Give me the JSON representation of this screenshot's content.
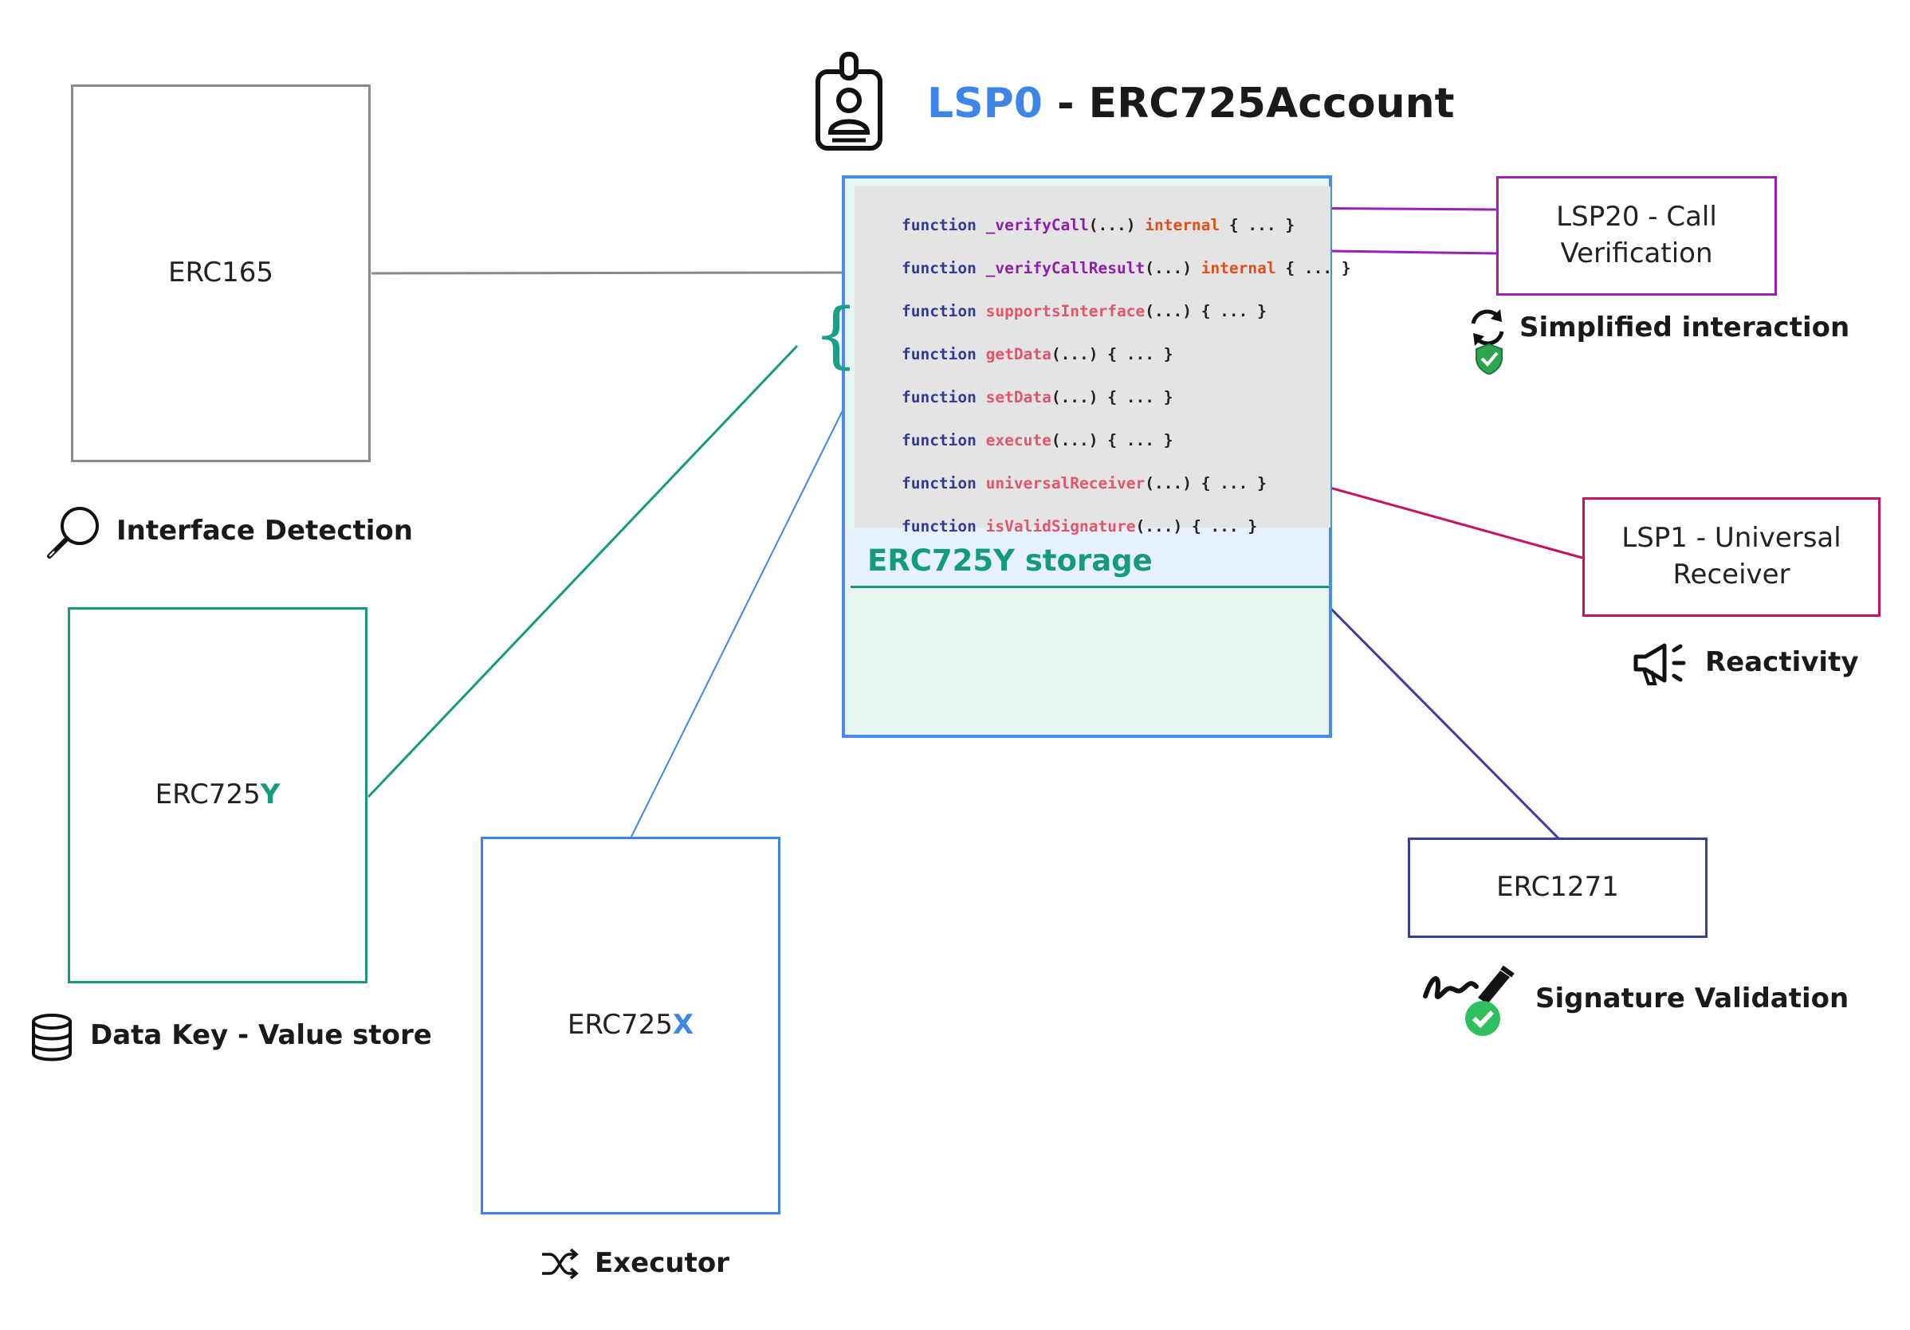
{
  "title": {
    "prefix": "LSP0",
    "rest": " - ERC725Account"
  },
  "code_lines": [
    {
      "kw": "function",
      "name": "_verifyCall",
      "args": "(...)",
      "internal": "internal",
      "tail": "{ ... }",
      "style": "purple"
    },
    {
      "kw": "function",
      "name": "_verifyCallResult",
      "args": "(...)",
      "internal": "internal",
      "tail": "{ ... }",
      "style": "purple"
    },
    {
      "kw": "function",
      "name": "supportsInterface",
      "args": "(...)",
      "internal": "",
      "tail": "{ ... }",
      "style": "red"
    },
    {
      "kw": "function",
      "name": "getData",
      "args": "(...)",
      "internal": "",
      "tail": "{ ... }",
      "style": "red"
    },
    {
      "kw": "function",
      "name": "setData",
      "args": "(...)",
      "internal": "",
      "tail": "{ ... }",
      "style": "red"
    },
    {
      "kw": "function",
      "name": "execute",
      "args": "(...)",
      "internal": "",
      "tail": "{ ... }",
      "style": "red"
    },
    {
      "kw": "function",
      "name": "universalReceiver",
      "args": "(...)",
      "internal": "",
      "tail": "{ ... }",
      "style": "red"
    },
    {
      "kw": "function",
      "name": "isValidSignature",
      "args": "(...)",
      "internal": "",
      "tail": "{ ... }",
      "style": "red"
    }
  ],
  "storage_label": "ERC725Y storage",
  "boxes": {
    "erc165": "ERC165",
    "erc725y": {
      "base": "ERC725",
      "suffix": "Y"
    },
    "erc725x": {
      "base": "ERC725",
      "suffix": "X"
    },
    "lsp20": "LSP20 - Call Verification",
    "lsp1": "LSP1 - Universal Receiver",
    "erc1271": "ERC1271"
  },
  "captions": {
    "interface_detection": "Interface Detection",
    "data_store": "Data Key - Value store",
    "executor": "Executor",
    "simplified": "Simplified interaction",
    "reactivity": "Reactivity",
    "signature": "Signature Validation"
  },
  "icons": {
    "account": "id-badge-icon",
    "search": "magnifier-icon",
    "database": "database-icon",
    "shuffle": "shuffle-icon",
    "refresh": "refresh-shield-icon",
    "megaphone": "megaphone-icon",
    "signature": "signature-check-icon"
  },
  "colors": {
    "blue": "#3d85e6",
    "teal": "#169a7d",
    "purple": "#9b1fb0",
    "magenta": "#c8125d",
    "navy": "#3a3f9e",
    "gray": "#888888"
  }
}
